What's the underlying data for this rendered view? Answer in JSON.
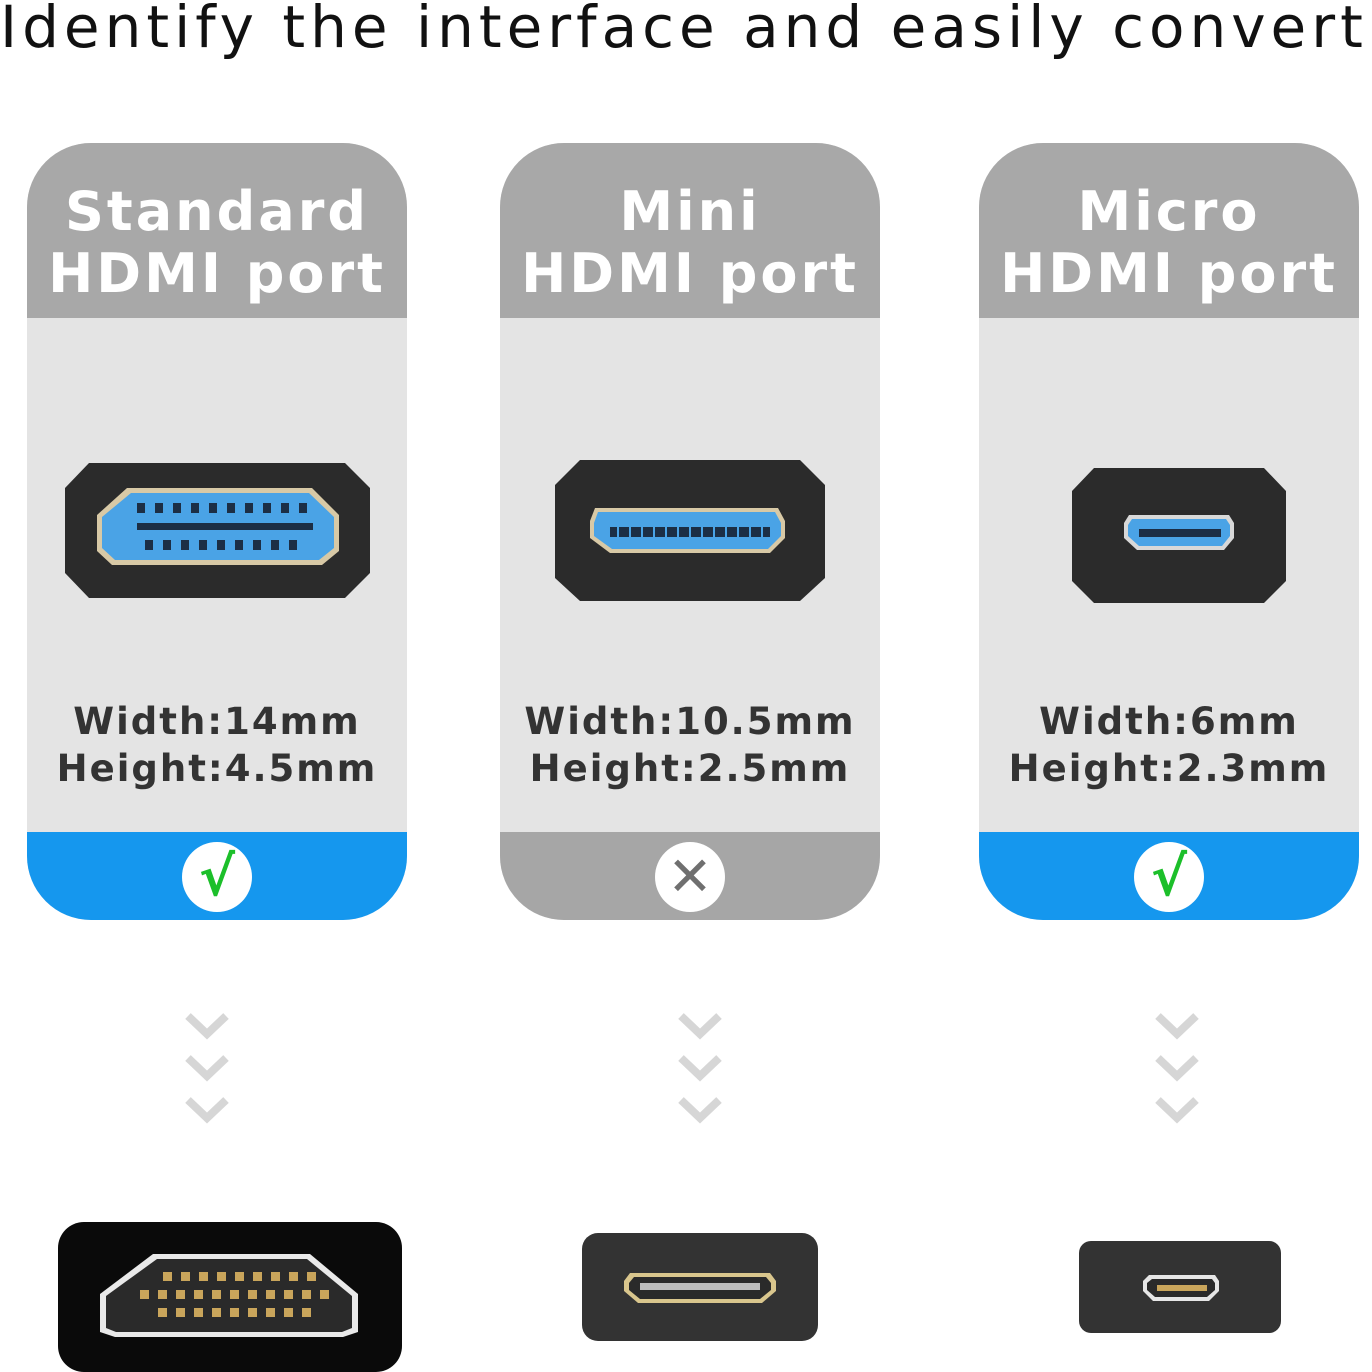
{
  "headline": "Identify the interface and easily convert",
  "cards": [
    {
      "title_line1": "Standard",
      "title_line2": "HDMI port",
      "width": "Width:14mm",
      "height": "Height:4.5mm",
      "status_icon": "check-icon",
      "status_symbol": "√",
      "status_color": "#1597ee"
    },
    {
      "title_line1": "Mini",
      "title_line2": "HDMI port",
      "width": "Width:10.5mm",
      "height": "Height:2.5mm",
      "status_icon": "cross-icon",
      "status_symbol": "✕",
      "status_color": "#a6a6a6"
    },
    {
      "title_line1": "Micro",
      "title_line2": "HDMI port",
      "width": "Width:6mm",
      "height": "Height:2.3mm",
      "status_icon": "check-icon",
      "status_symbol": "√",
      "status_color": "#1597ee"
    }
  ],
  "colors": {
    "header_gray": "#a8a8a8",
    "card_body": "#e4e4e4",
    "accent_blue": "#1597ee",
    "check_green": "#1cbf2a",
    "port_blue": "#4aa3e6"
  }
}
